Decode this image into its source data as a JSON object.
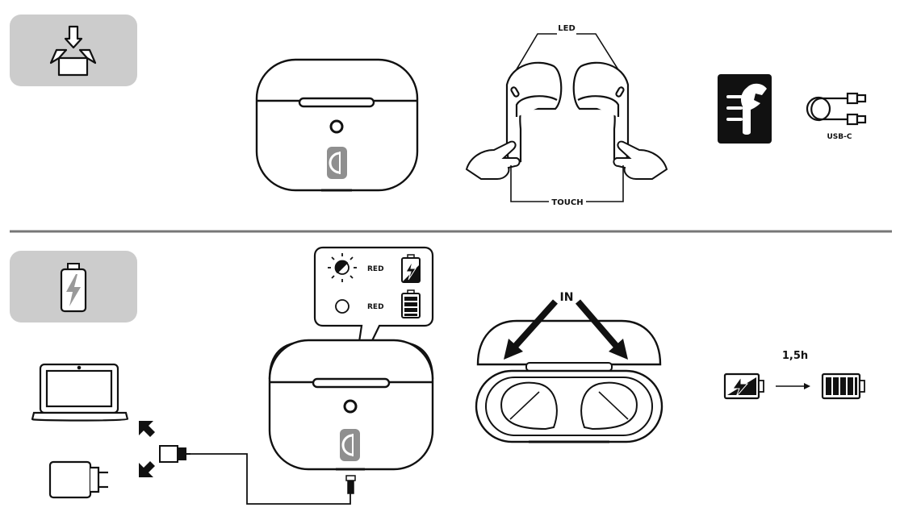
{
  "top": {
    "led_label": "LED",
    "touch_label": "TOUCH",
    "cable_label": "USB-C"
  },
  "charging": {
    "status_rows": [
      {
        "color_label": "RED"
      },
      {
        "color_label": "RED"
      }
    ],
    "insert_label": "IN",
    "charge_time": "1,5h"
  },
  "colors": {
    "badge_bg": "#cccccc",
    "ink": "#111111",
    "divider": "#777777",
    "logo": "#8f8f8f"
  }
}
